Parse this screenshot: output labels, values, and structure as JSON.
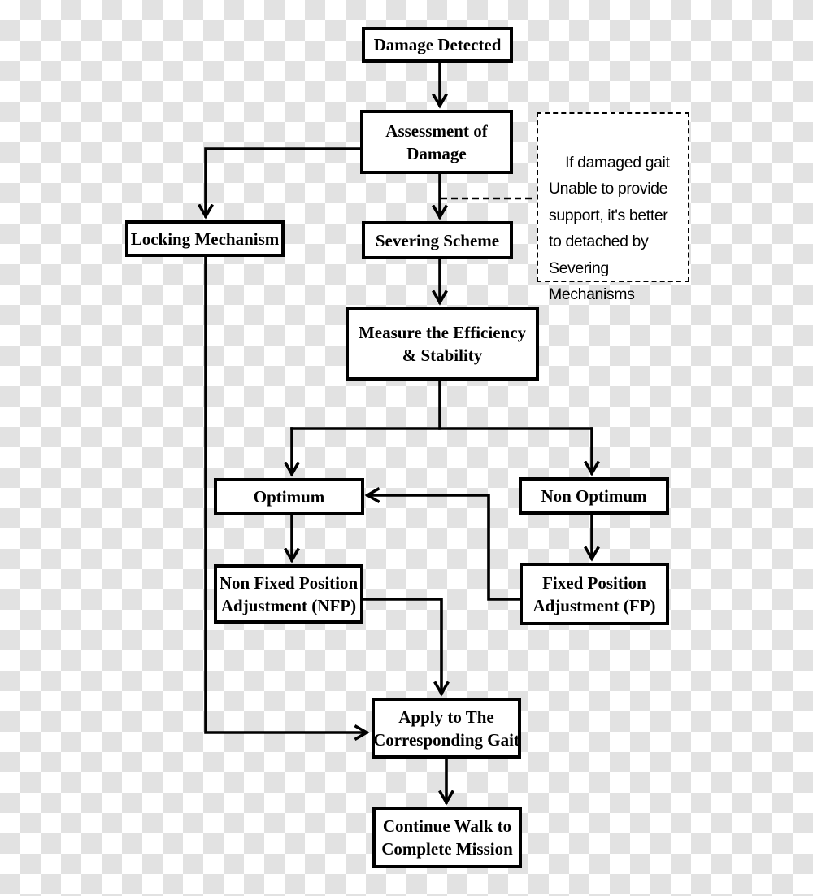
{
  "diagram": {
    "nodes": {
      "damage_detected": {
        "label": "Damage Detected"
      },
      "assessment_of_damage": {
        "label": "Assessment of\nDamage"
      },
      "locking_mechanism": {
        "label": "Locking Mechanism"
      },
      "severing_scheme": {
        "label": "Severing Scheme"
      },
      "measure_efficiency_stability": {
        "label": "Measure the Efficiency\n& Stability"
      },
      "optimum": {
        "label": "Optimum"
      },
      "non_optimum": {
        "label": "Non Optimum"
      },
      "non_fixed_position_adjustment": {
        "label": "Non Fixed Position\nAdjustment (NFP)"
      },
      "fixed_position_adjustment": {
        "label": "Fixed Position\nAdjustment (FP)"
      },
      "apply_corresponding_gait": {
        "label": "Apply to The\nCorresponding Gait"
      },
      "continue_walk": {
        "label": "Continue Walk to\nComplete Mission"
      }
    },
    "note": {
      "text": "If damaged gait\nUnable to provide\nsupport, it's better\nto detached by\nSevering\nMechanisms"
    },
    "edges": [
      {
        "from": "damage_detected",
        "to": "assessment_of_damage",
        "style": "solid-arrow"
      },
      {
        "from": "assessment_of_damage",
        "to": "severing_scheme",
        "style": "solid-arrow"
      },
      {
        "from": "assessment_of_damage",
        "to": "locking_mechanism",
        "style": "solid-arrow"
      },
      {
        "from": "assessment_of_damage",
        "to": "note",
        "style": "dashed-line"
      },
      {
        "from": "severing_scheme",
        "to": "measure_efficiency_stability",
        "style": "solid-arrow"
      },
      {
        "from": "measure_efficiency_stability",
        "to": "optimum",
        "style": "solid-arrow"
      },
      {
        "from": "measure_efficiency_stability",
        "to": "non_optimum",
        "style": "solid-arrow"
      },
      {
        "from": "optimum",
        "to": "non_fixed_position_adjustment",
        "style": "solid-arrow"
      },
      {
        "from": "non_optimum",
        "to": "fixed_position_adjustment",
        "style": "solid-arrow"
      },
      {
        "from": "fixed_position_adjustment",
        "to": "optimum",
        "style": "solid-arrow"
      },
      {
        "from": "non_fixed_position_adjustment",
        "to": "apply_corresponding_gait",
        "style": "solid-arrow"
      },
      {
        "from": "locking_mechanism",
        "to": "apply_corresponding_gait",
        "style": "solid-arrow"
      },
      {
        "from": "apply_corresponding_gait",
        "to": "continue_walk",
        "style": "solid-arrow"
      }
    ],
    "colors": {
      "line": "#000000",
      "node_border": "#000000",
      "node_fill": "#ffffff",
      "text": "#000000",
      "checker_gray": "#e2e2e2",
      "checker_white": "#ffffff"
    }
  }
}
